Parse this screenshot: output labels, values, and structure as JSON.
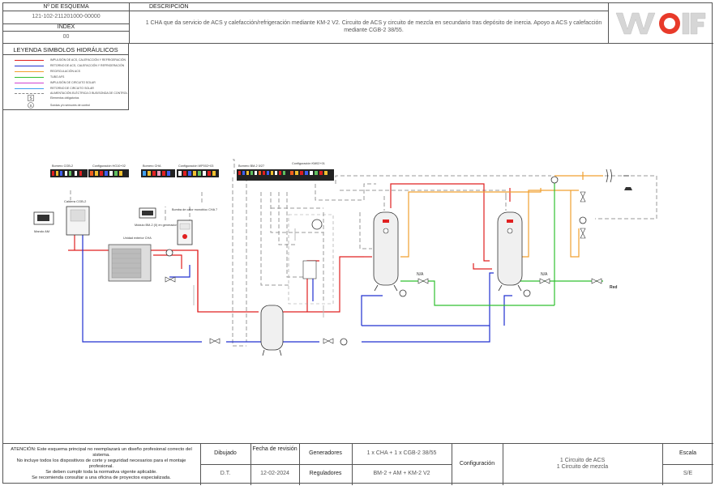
{
  "header": {
    "schema_label": "Nº DE ESQUEMA",
    "schema_number": "121-102-211201000-00000",
    "index_label": "INDEX",
    "index_value": "00",
    "description_label": "DESCRIPCIÓN",
    "description_text": "1 CHA que da servicio de ACS y calefacción/refrigeración mediante KM-2 V2. Circuito de ACS y circuito de mezcla en secundario tras depósito de inercia. Apoyo a ACS y calefacción mediante CGB-2 38/55.",
    "logo_text": "WOLF"
  },
  "legend": {
    "title": "LEYENDA SIMBOLOS HIDRÁULICOS",
    "items": [
      {
        "label": "IMPULSIÓN DE ACS, CALEFACCIÓN Y REFRIGERACIÓN",
        "color": "#e02020",
        "style": "solid"
      },
      {
        "label": "RETORNO DE ACS, CALEFACCIÓN Y REFRIGERACIÓN",
        "color": "#2030d0",
        "style": "solid"
      },
      {
        "label": "RECIRCULACIÓN ACS",
        "color": "#f0a030",
        "style": "solid"
      },
      {
        "label": "TUBO AFS",
        "color": "#30c030",
        "style": "solid"
      },
      {
        "label": "IMPULSIÓN DE CIRCUITO SOLAR",
        "color": "#d040d0",
        "style": "solid"
      },
      {
        "label": "RETORNO DE CIRCUITO SOLAR",
        "color": "#40a0f0",
        "style": "solid"
      },
      {
        "label": "ALIMENTACIÓN ELÉCTRICA O BUS/SONDA DE CONTROL",
        "color": "#888888",
        "style": "dashed"
      },
      {
        "label": "Elementos obligatorios",
        "color": "#555555",
        "style": "symbol-s"
      },
      {
        "label": "Sondas y/o sensores de control",
        "color": "#555555",
        "style": "symbol-circle"
      }
    ]
  },
  "diagram": {
    "labels": {
      "borneroCGB": "Bornero CGB-2",
      "configHG": "Configuración HG10+02",
      "borneroCHA": "Bornero CHA",
      "configWP": "Configuración WP002+03",
      "borneroBM": "Bornero BM-2 0/27",
      "configKM": "Configuración KM02+01",
      "calderaCGB": "Caldera CGB-2",
      "mandoAM": "Mando AM",
      "moduloBM": "Módulo BM-2 (0) en generador",
      "bombaCalor": "Bomba de calor monobloc CHA 7",
      "unidadExterior": "Unidad exterior CHA",
      "na1": "N/A",
      "na2": "N/A",
      "red": "Red"
    }
  },
  "footer": {
    "warning_lines": [
      "ATENCIÓN: Este esquema principal no reemplazará un diseño profesional correcto del sistema.",
      "No incluye todos los dispositivos de corte y seguridad necesarios para el montaje profesional.",
      "Se deben cumplir toda la normativa vigente aplicable.",
      "Se recomienda consultar a una oficina de proyectos especializada."
    ],
    "dibujado_label": "Dibujado",
    "dibujado_value": "D.T.",
    "fecha_label": "Fecha de revisión",
    "fecha_value": "12-02-2024",
    "generadores_label": "Generadores",
    "generadores_value": "1 x CHA + 1 x CGB-2 38/55",
    "reguladores_label": "Reguladores",
    "reguladores_value": "BM-2 + AM + KM-2 V2",
    "configuracion_label": "Configuración",
    "configuracion_value_1": "1 Circuito de ACS",
    "configuracion_value_2": "1 Circuito de mezcla",
    "escala_label": "Escala",
    "escala_value": "S/E"
  }
}
